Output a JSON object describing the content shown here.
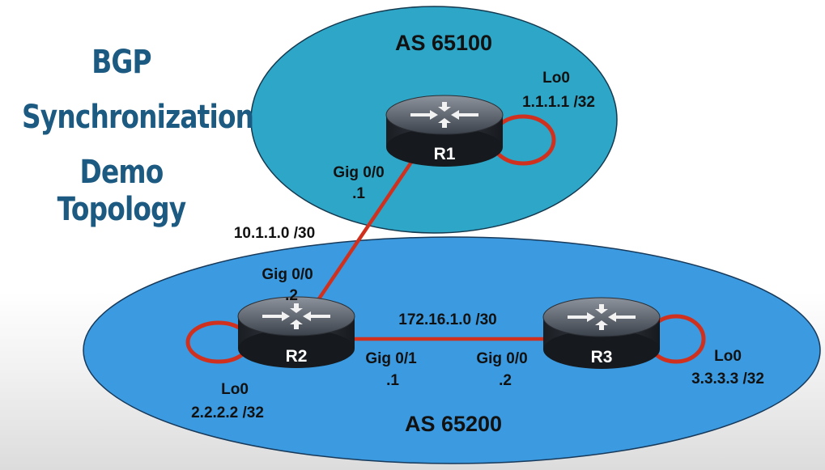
{
  "title": {
    "lines": [
      "BGP",
      "Synchronization",
      "Demo Topology"
    ]
  },
  "colors": {
    "title": "#1c5a82",
    "as_top": "#2ea6c7",
    "as_bottom": "#3b9ae0",
    "link": "#d0311f",
    "label": "#111111"
  },
  "autonomous_systems": [
    {
      "label": "AS 65100"
    },
    {
      "label": "AS 65200"
    }
  ],
  "routers": [
    {
      "name": "R1",
      "loopback": {
        "if": "Lo0",
        "ip": "1.1.1.1 /32"
      }
    },
    {
      "name": "R2",
      "loopback": {
        "if": "Lo0",
        "ip": "2.2.2.2 /32"
      }
    },
    {
      "name": "R3",
      "loopback": {
        "if": "Lo0",
        "ip": "3.3.3.3 /32"
      }
    }
  ],
  "links": [
    {
      "subnet": "10.1.1.0 /30",
      "a": {
        "if": "Gig 0/0",
        "host": ".1"
      },
      "b": {
        "if": "Gig 0/0",
        "host": ".2"
      }
    },
    {
      "subnet": "172.16.1.0 /30",
      "a": {
        "if": "Gig 0/1",
        "host": ".1"
      },
      "b": {
        "if": "Gig 0/0",
        "host": ".2"
      }
    }
  ]
}
